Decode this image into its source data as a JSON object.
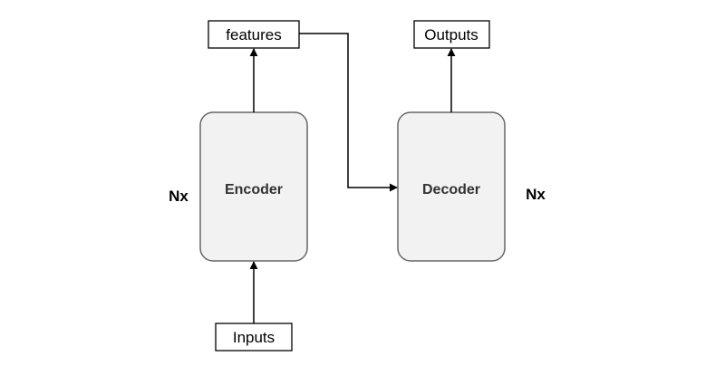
{
  "nodes": {
    "features": "features",
    "outputs": "Outputs",
    "inputs": "Inputs",
    "encoder": "Encoder",
    "decoder": "Decoder",
    "encoder_repeat": "Nx",
    "decoder_repeat": "Nx"
  },
  "colors": {
    "block_fill": "#f2f2f2",
    "block_stroke": "#666666",
    "box_stroke": "#000000",
    "arrow": "#000000"
  }
}
